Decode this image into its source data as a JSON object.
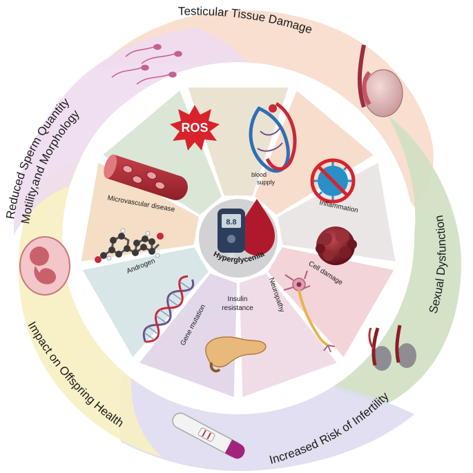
{
  "center": {
    "label": "Hyperglycemia",
    "meter_reading": "8.8",
    "colors": {
      "disc": "#d2d2d4",
      "drop": "#b0192c",
      "meter": "#2c3e5c",
      "screen": "#c9d6dc"
    }
  },
  "segments": [
    {
      "id": "ros",
      "label": "ROS",
      "color": "#ebe3d2",
      "icon": "ros-burst-icon"
    },
    {
      "id": "blood-supply",
      "label": "blood supply",
      "color": "#f7ddcb",
      "icon": "blood-vessel-network-icon"
    },
    {
      "id": "inflammation",
      "label": "Inflammation",
      "color": "#ebe6e6",
      "icon": "virus-prohibited-icon"
    },
    {
      "id": "cell-damage",
      "label": "Cell damage",
      "color": "#f2d4d9",
      "icon": "damaged-cell-icon"
    },
    {
      "id": "neuropathy",
      "label": "Neuropathy",
      "color": "#f0dce6",
      "icon": "neuron-icon"
    },
    {
      "id": "insulin-resistance",
      "label": "Insulin resistance",
      "color": "#e3d8ea",
      "icon": "pancreas-icon"
    },
    {
      "id": "gene-mutation",
      "label": "Gene mutation",
      "color": "#d8e6e8",
      "icon": "dna-helix-icon"
    },
    {
      "id": "androgen",
      "label": "Androgen",
      "color": "#f4dec6",
      "icon": "steroid-molecule-icon"
    },
    {
      "id": "microvascular-disease",
      "label": "Microvascular disease",
      "color": "#dbe7d6",
      "icon": "blood-vessel-icon"
    }
  ],
  "outcomes": [
    {
      "id": "testicular-tissue-damage",
      "label": "Testicular Tissue Damage",
      "color": "#f8dccb",
      "icon": "testis-icon"
    },
    {
      "id": "sexual-dysfunction",
      "label": "Sexual Dysfunction",
      "color": "#cfe0c2",
      "icon": "testes-pair-icon"
    },
    {
      "id": "increased-risk-of-infertility",
      "label": "Increased Risk of Infertility",
      "color": "#dedcef",
      "icon": "pregnancy-test-icon"
    },
    {
      "id": "impact-on-offspring-health",
      "label": "Impact on Offspring Health",
      "color": "#f7efc2",
      "icon": "fetus-icon"
    },
    {
      "id": "reduced-sperm-quantity",
      "label": "Reduced Sperm Quantity Motility,and Morphology",
      "line1": "Reduced Sperm Quantity",
      "line2": "Motility,and Morphology",
      "color": "#eedcee",
      "icon": "sperm-icon"
    }
  ],
  "inner_ring_color": "#ffffff"
}
